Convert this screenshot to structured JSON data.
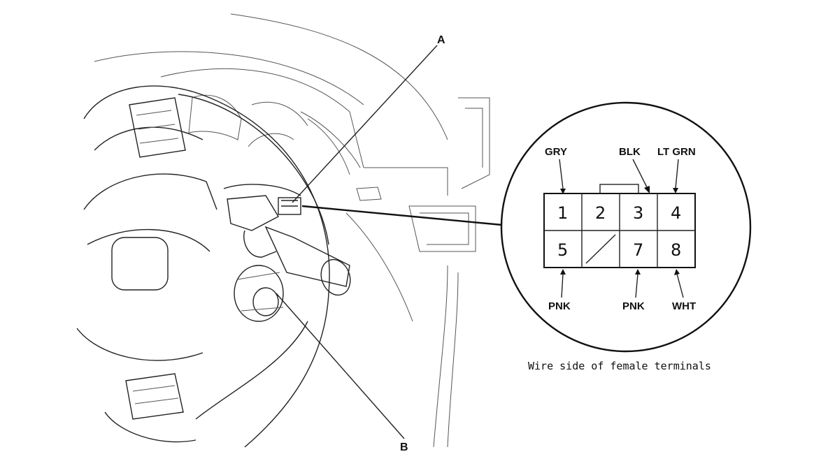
{
  "callouts": {
    "a": "A",
    "b": "B"
  },
  "connector": {
    "pins_top": [
      "1",
      "2",
      "3",
      "4"
    ],
    "pins_bottom": [
      "5",
      "7",
      "8"
    ],
    "wires_top": [
      "GRY",
      "BLK",
      "LT GRN"
    ],
    "wires_bottom": [
      "PNK",
      "PNK",
      "WHT"
    ],
    "caption": "Wire side of female terminals"
  }
}
